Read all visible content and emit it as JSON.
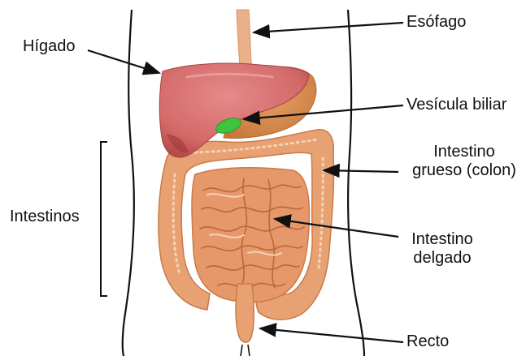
{
  "labels": {
    "higado": "Hígado",
    "esofago": "Esófago",
    "vesicula": "Vesícula biliar",
    "intestino_grueso": [
      "Intestino",
      "grueso (colon)"
    ],
    "intestinos": "Intestinos",
    "intestino_delgado": [
      "Intestino",
      "delgado"
    ],
    "recto": "Recto"
  },
  "colors": {
    "liver": "#d46a6a",
    "liver_dark": "#b94a4a",
    "gallbladder": "#3ec43e",
    "intestine": "#e8a173",
    "intestine_outline": "#c97a48",
    "intestine_highlight": "#f6d2b6",
    "esophagus": "#e9b08a",
    "stomach": "#d98a4f",
    "body_outline": "#111111"
  }
}
